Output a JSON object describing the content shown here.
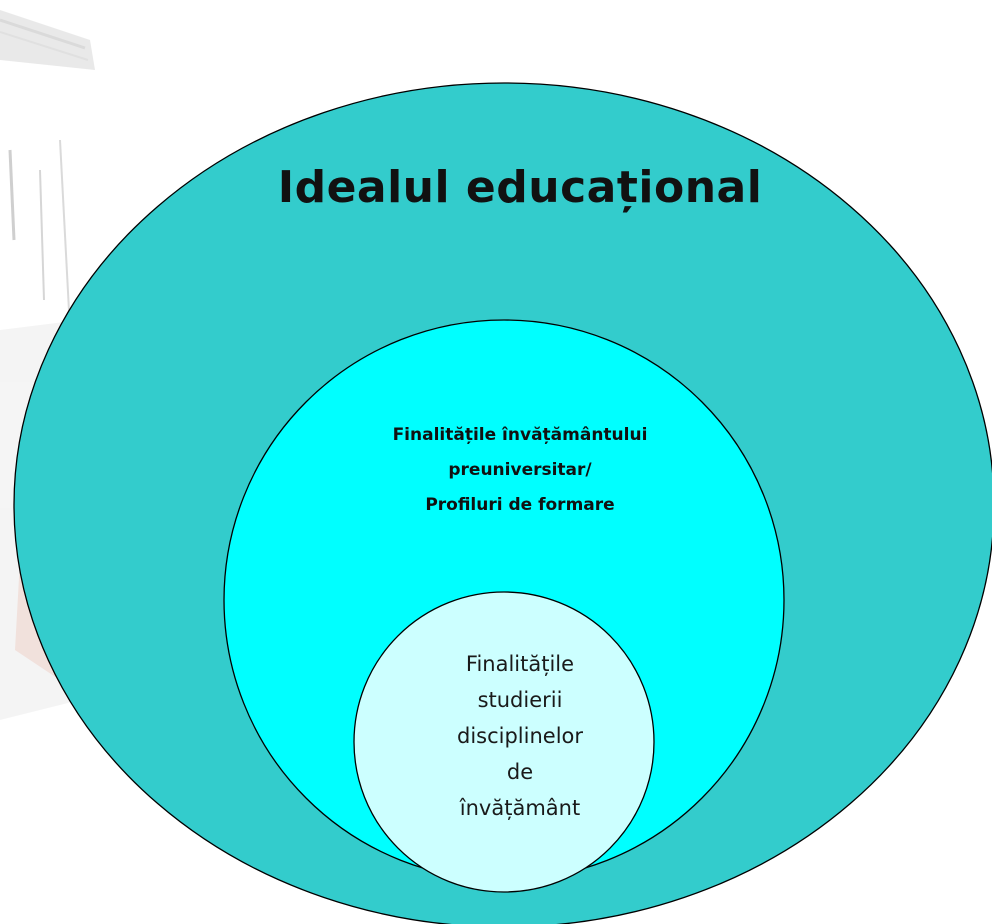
{
  "diagram": {
    "outer_circle": {
      "label": "Idealul educațional",
      "fill": "#33CCCC"
    },
    "middle_circle": {
      "label": "Finalitățile învățământului\npreuniversitar/\nProfiluri de formare",
      "fill": "#00FFFF"
    },
    "inner_circle": {
      "label": "Finalitățile\nstudierii\ndisciplinelor\nde\nînvățământ",
      "fill": "#CCFFFF"
    },
    "stroke_color": "#000000"
  }
}
